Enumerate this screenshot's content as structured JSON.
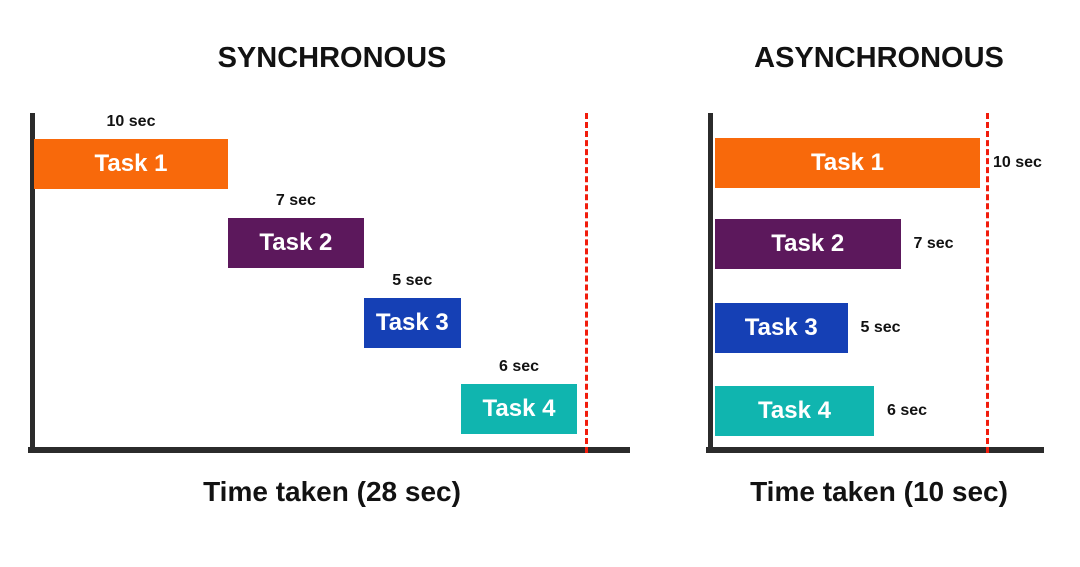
{
  "figure": {
    "background": "#ffffff"
  },
  "colors": {
    "axis": "#2b2b2b",
    "deadline_line": "#f11c0c",
    "bar_text": "#ffffff",
    "label_text": "#121212"
  },
  "chart_data": [
    {
      "type": "bar",
      "variant": "gantt-sequential",
      "orientation": "horizontal",
      "title": "SYNCHRONOUS",
      "caption": "Time taken (28 sec)",
      "total_seconds": 28,
      "categories": [
        "Task 1",
        "Task 2",
        "Task 3",
        "Task 4"
      ],
      "values": [
        10,
        7,
        5,
        6
      ],
      "duration_labels": [
        "10 sec",
        "7 sec",
        "5 sec",
        "6 sec"
      ],
      "bar_colors": [
        "#f8690b",
        "#5c185c",
        "#1540b5",
        "#10b5af"
      ],
      "duration_label_position": "above",
      "deadline_marker": "red-dashed-line-at-total",
      "axes": {
        "x_visible": true,
        "y_visible": true,
        "gridlines": false,
        "x_range_seconds": [
          0,
          31
        ]
      }
    },
    {
      "type": "bar",
      "variant": "gantt-parallel",
      "orientation": "horizontal",
      "title": "ASYNCHRONOUS",
      "caption": "Time taken (10 sec)",
      "total_seconds": 10,
      "categories": [
        "Task 1",
        "Task 2",
        "Task 3",
        "Task 4"
      ],
      "values": [
        10,
        7,
        5,
        6
      ],
      "duration_labels": [
        "10 sec",
        "7 sec",
        "5 sec",
        "6 sec"
      ],
      "bar_colors": [
        "#f8690b",
        "#5c185c",
        "#1540b5",
        "#10b5af"
      ],
      "duration_label_position": "right",
      "deadline_marker": "red-dashed-line-at-total",
      "axes": {
        "x_visible": true,
        "y_visible": true,
        "gridlines": false,
        "x_range_seconds": [
          0,
          12.7
        ]
      }
    }
  ]
}
